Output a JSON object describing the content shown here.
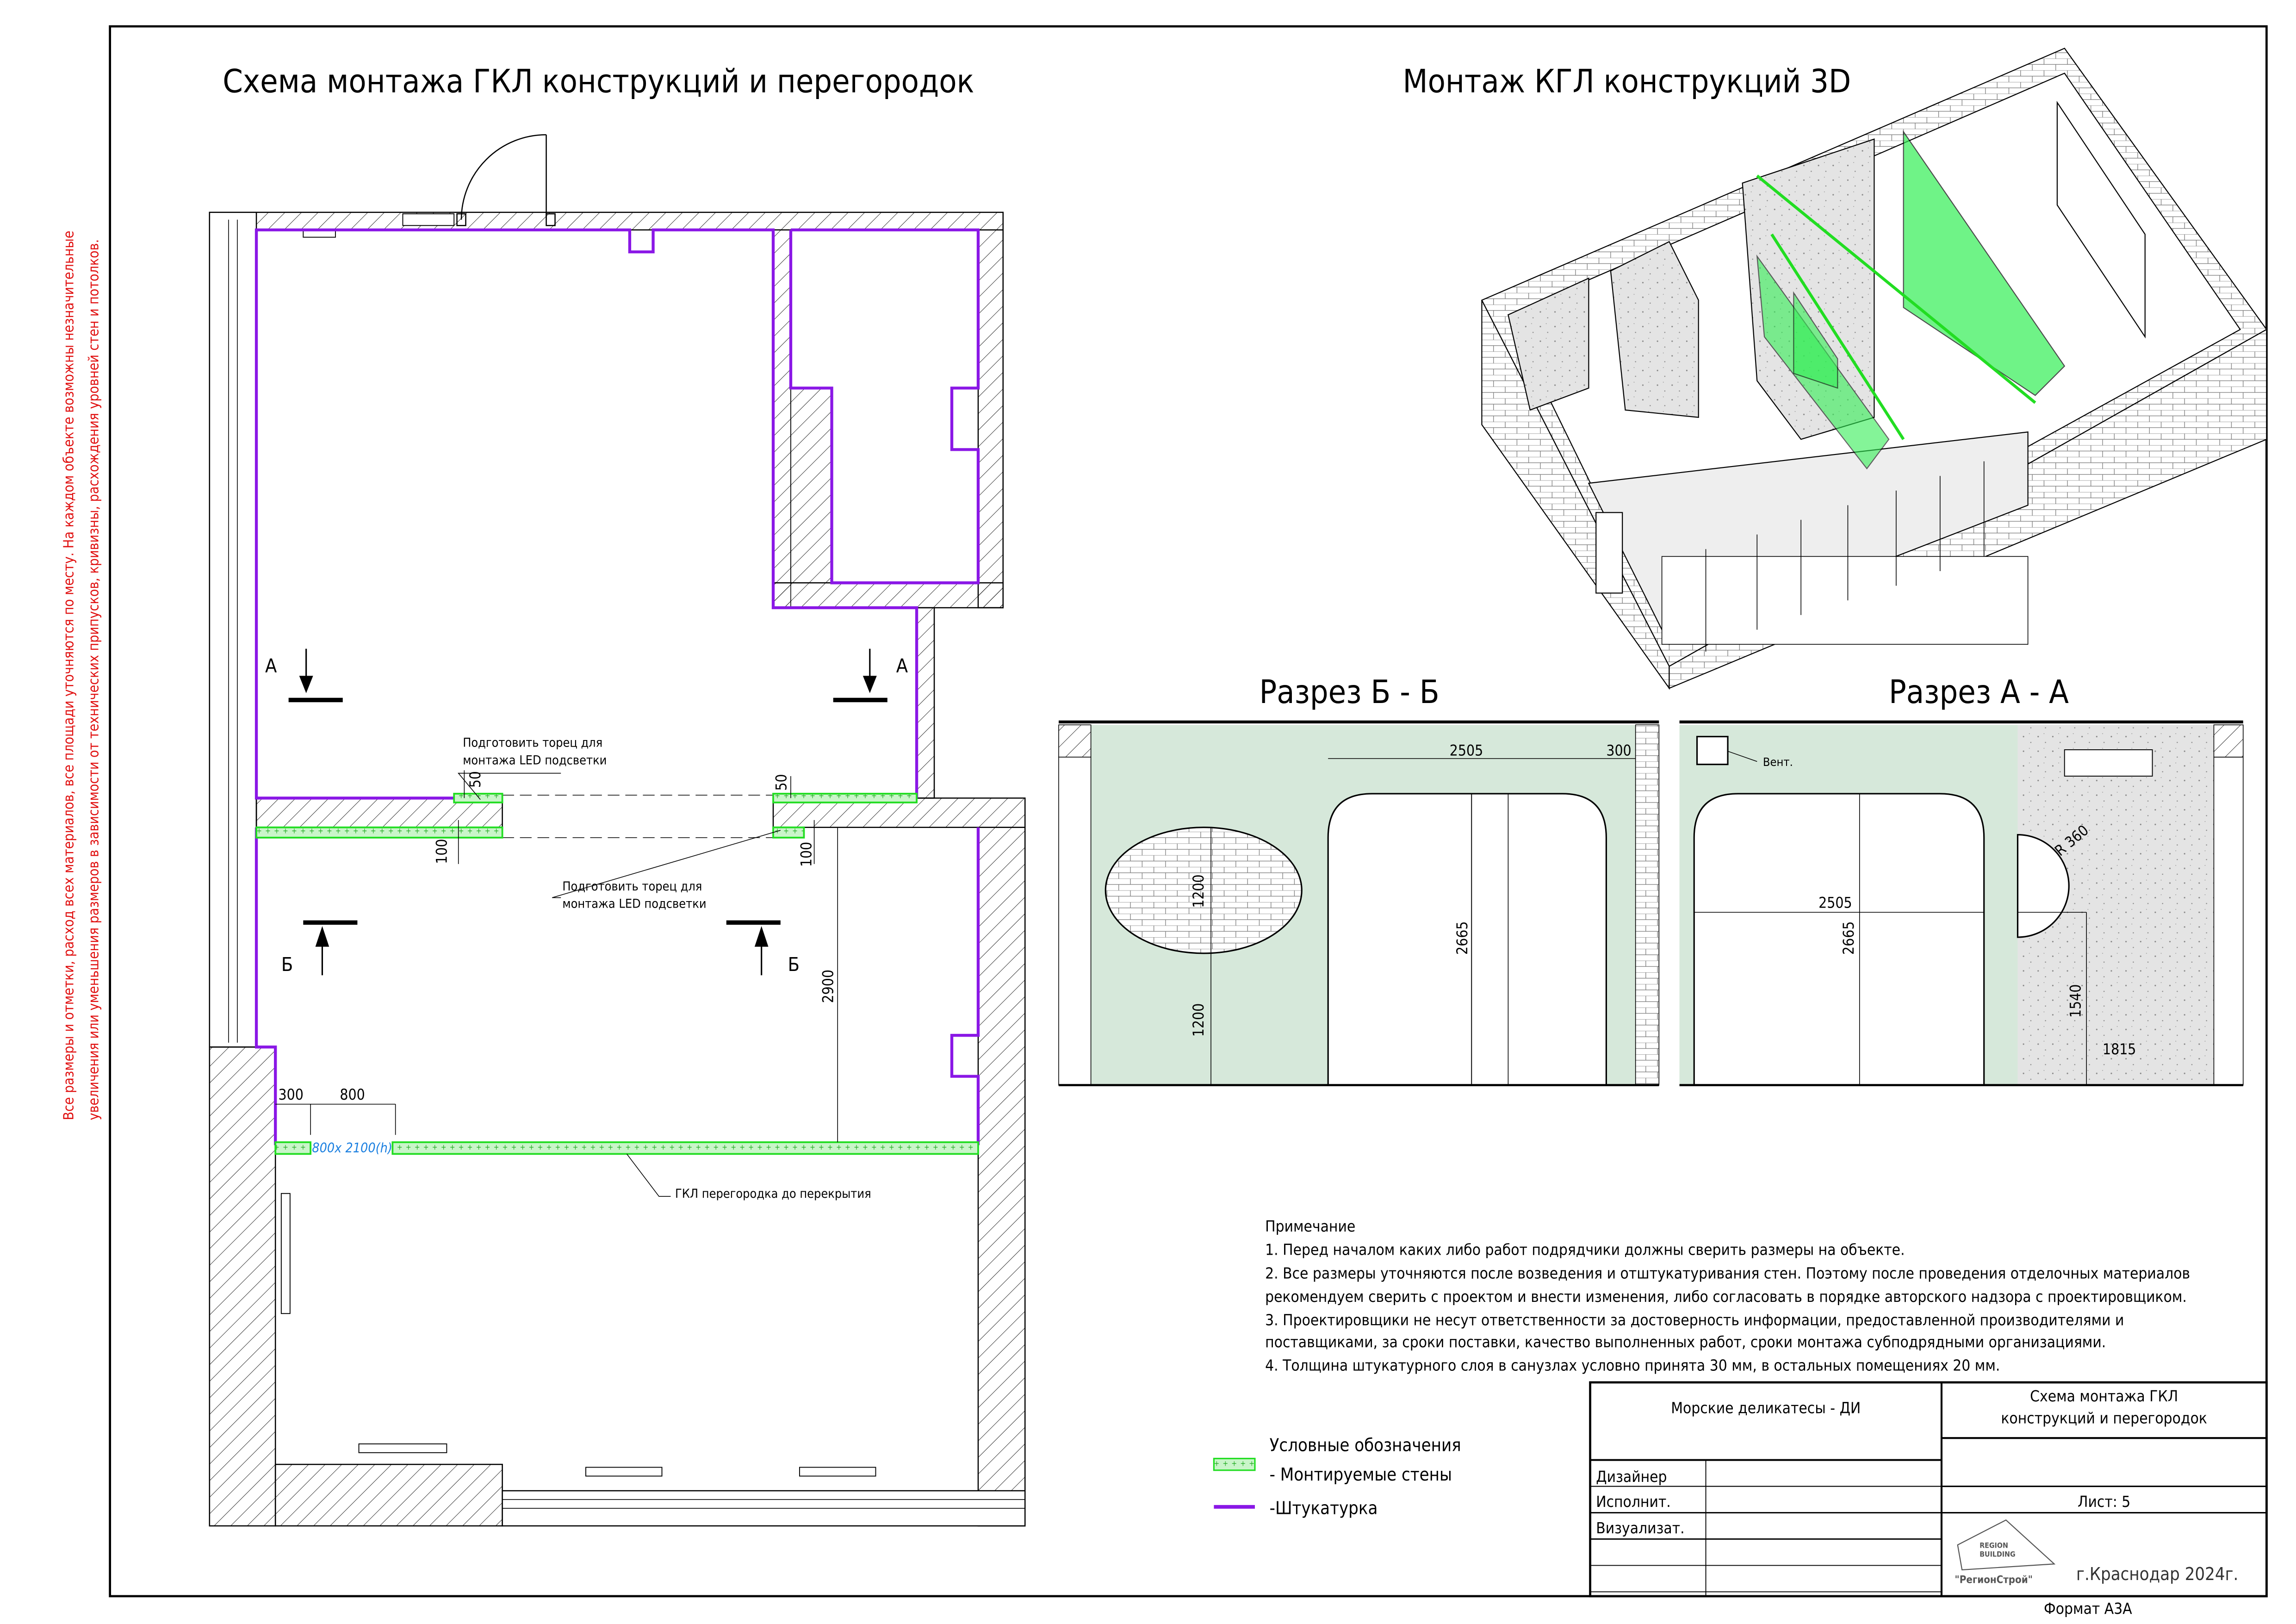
{
  "side_note": {
    "line1": "Все размеры и отметки, расход всех материалов, все площади уточняются по месту. На каждом объекте возможны незначительные",
    "line2": "увеличения или уменьшения размеров в зависимости от технических припусков, кривизны, расхождения уровней стен и потолков."
  },
  "plan": {
    "title": "Схема монтажа ГКЛ конструкций и перегородок",
    "section_a": "А",
    "section_b": "Б",
    "led_note_1": [
      "Подготовить торец для",
      "монтажа LED подсветки"
    ],
    "led_note_2": [
      "Подготовить торец для",
      "монтажа LED подсветки"
    ],
    "dims": {
      "d50a": "50",
      "d100a": "100",
      "d50b": "50",
      "d100b": "100",
      "d2900": "2900",
      "d300": "300",
      "d800": "800"
    },
    "door_label": "800х 2100(h)",
    "partition_label": "ГКЛ перегородка до перекрытия"
  },
  "view3d": {
    "title": "Монтаж КГЛ конструкций 3D"
  },
  "section_bb": {
    "title": "Разрез Б - Б",
    "dims": {
      "w": "2505",
      "side": "300",
      "h": "2665",
      "e1": "1200",
      "e2": "1200"
    }
  },
  "section_aa": {
    "title": "Разрез А - А",
    "vent": "Вент.",
    "dims": {
      "w": "2505",
      "h": "2665",
      "r": "R 360",
      "v": "1540",
      "hz": "1815"
    }
  },
  "notes": {
    "heading": "Примечание",
    "lines": [
      "1. Перед началом каких либо работ подрядчики должны сверить размеры на объекте.",
      "2. Все размеры уточняются после возведения и отштукатуривания стен. Поэтому после проведения отделочных материалов",
      "рекомендуем сверить с проектом и внести изменения, либо согласовать в порядке авторского надзора с проектировщиком.",
      "3. Проектировщики не несут ответственности за достоверность информации, предоставленной производителями и",
      "поставщиками, за сроки поставки, качество выполненных работ, сроки монтажа субподрядными организациями.",
      "4. Толщина штукатурного слоя в санузлах условно принята 30 мм, в остальных помещениях 20 мм."
    ]
  },
  "legend": {
    "title": "Условные обозначения",
    "walls": "- Монтируемые стены",
    "plaster": "-Штукатурка"
  },
  "title_block": {
    "project": "Морские деликатесы - ДИ",
    "sheet_title_1": "Схема монтажа ГКЛ",
    "sheet_title_2": "конструкций и перегородок",
    "designer": "Дизайнер",
    "executor": "Исполнит.",
    "visualizer": "Визуализат.",
    "sheet": "Лист:   5",
    "city": "г.Краснодар 2024г.",
    "logo_1": "REGION",
    "logo_2": "BUILDING",
    "logo_3": "\"РегионСтрой\"",
    "format": "Формат А3А"
  },
  "colors": {
    "gkl": "#22dd22",
    "plaster": "#8a17e6",
    "section_fill": "#d6e8da",
    "note_red": "#e01010",
    "door_blue": "#1a7fe0"
  }
}
